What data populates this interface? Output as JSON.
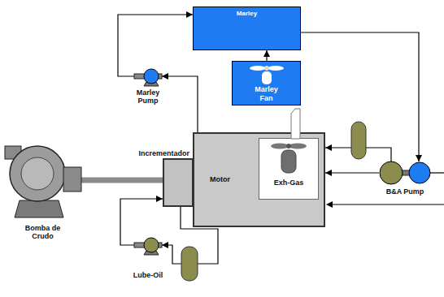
{
  "diagram": {
    "nodes": [
      {
        "text": [
          "Marley"
        ]
      },
      {
        "text": [
          "Marley Pump"
        ]
      },
      {
        "text": [
          "Marley Fan"
        ]
      },
      {
        "text": [
          "Incrementador"
        ]
      },
      {
        "text": [
          "Motor"
        ]
      },
      {
        "text": [
          "Exh-Gas"
        ],
        "in": 4
      },
      {
        "text": [
          "Bomba de Crudo"
        ]
      },
      {
        "text": [
          "B&A Pump"
        ]
      },
      {
        "text": [
          "Lube-Oil"
        ]
      }
    ],
    "edges": [
      {
        "from": 1,
        "to": 0,
        "arrow": "to"
      },
      {
        "from": 0,
        "to": 7,
        "arrow": "to"
      },
      {
        "from": 2,
        "to": 0,
        "arrow": "to"
      },
      {
        "from": 4,
        "to": 1,
        "arrow": "to"
      },
      {
        "from": 7,
        "to": 4,
        "arrow": "to"
      },
      {
        "from": 7,
        "to": 4,
        "arrow": "to"
      },
      {
        "from": 6,
        "to": 3,
        "arrow": "none"
      },
      {
        "from": 8,
        "to": 3,
        "arrow": "to"
      },
      {
        "from": 3,
        "to": 8,
        "arrow": "to"
      }
    ]
  }
}
